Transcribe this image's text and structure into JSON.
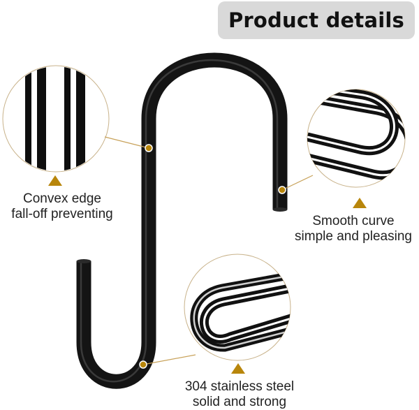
{
  "header": {
    "title": "Product details"
  },
  "callouts": [
    {
      "id": "convex-edge",
      "line1": "Convex edge",
      "line2": "fall-off preventing"
    },
    {
      "id": "smooth-curve",
      "line1": "Smooth curve",
      "line2": "simple and pleasing"
    },
    {
      "id": "stainless-steel",
      "line1": "304 stainless steel",
      "line2": "solid and strong"
    }
  ],
  "colors": {
    "hook": "#141414",
    "accent": "#b8860b",
    "badge_bg": "#d9d9d9",
    "text": "#222222"
  }
}
